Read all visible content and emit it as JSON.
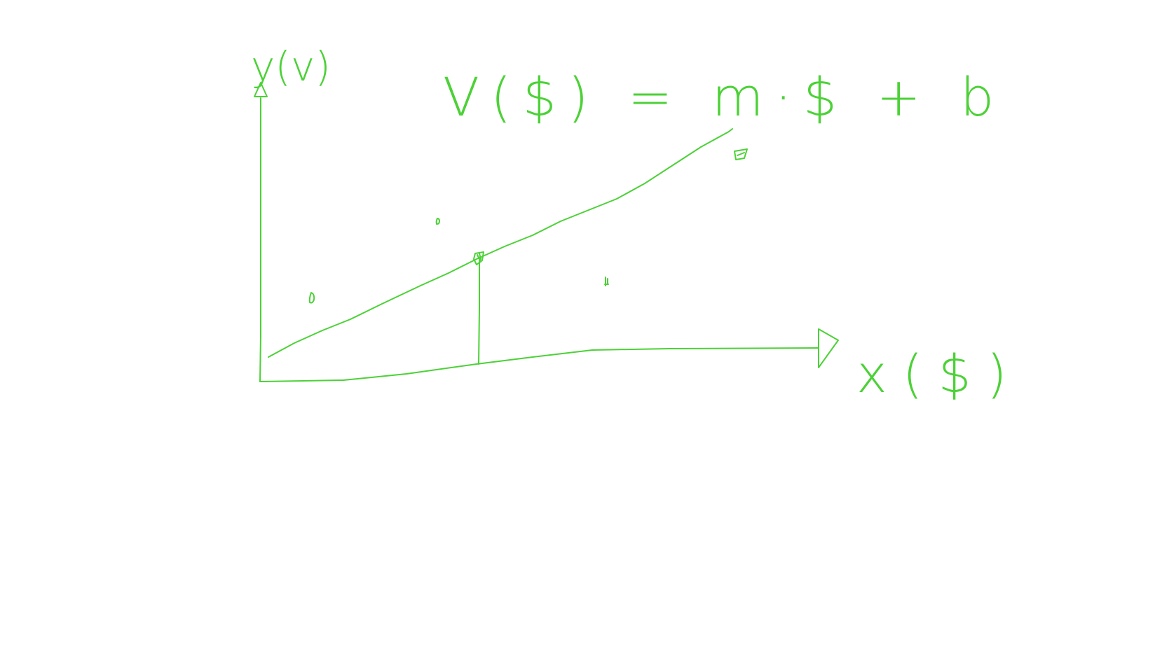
{
  "ink_color": "#4cd137",
  "background_color": "#ffffff",
  "labels": {
    "y_axis": "y(v)",
    "x_axis": "x($)",
    "equation": "V($) = m·$ + b"
  }
}
